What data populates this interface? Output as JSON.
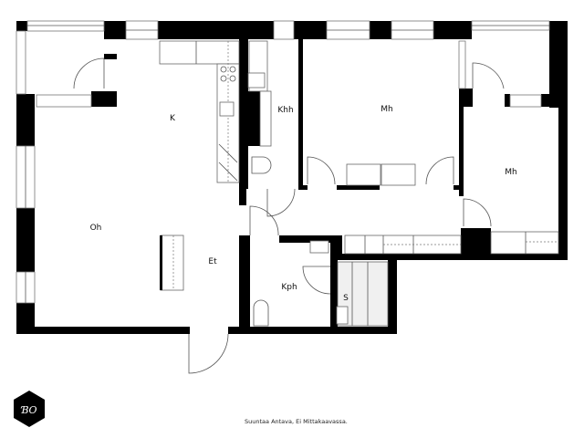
{
  "rooms": {
    "kitchen": "K",
    "utility": "Khh",
    "bedroom1": "Mh",
    "bedroom2": "Mh",
    "living": "Oh",
    "hall": "Et",
    "bathroom": "Kph",
    "sauna": "S"
  },
  "footer": {
    "note": "Suuntaa Antava, Ei Mittakaavassa.",
    "logo_text": "BO"
  },
  "colors": {
    "wall": "#000000",
    "background": "#ffffff"
  }
}
